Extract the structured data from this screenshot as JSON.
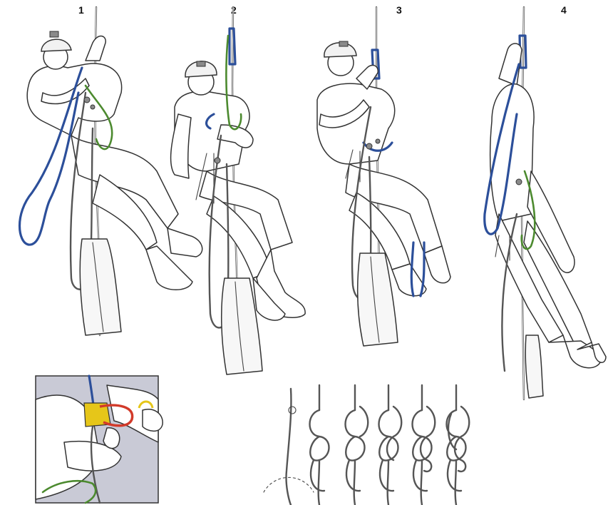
{
  "steps": [
    {
      "number": "1"
    },
    {
      "number": "2"
    },
    {
      "number": "3"
    },
    {
      "number": "4"
    }
  ],
  "colors": {
    "rope": "#555555",
    "sling_blue": "#2c4f9a",
    "sling_green": "#4c8a2f",
    "inset_background": "#c9cad6",
    "device_red": "#d23a2a",
    "device_yellow": "#e6c619"
  },
  "knot_sequence_stages": 6
}
